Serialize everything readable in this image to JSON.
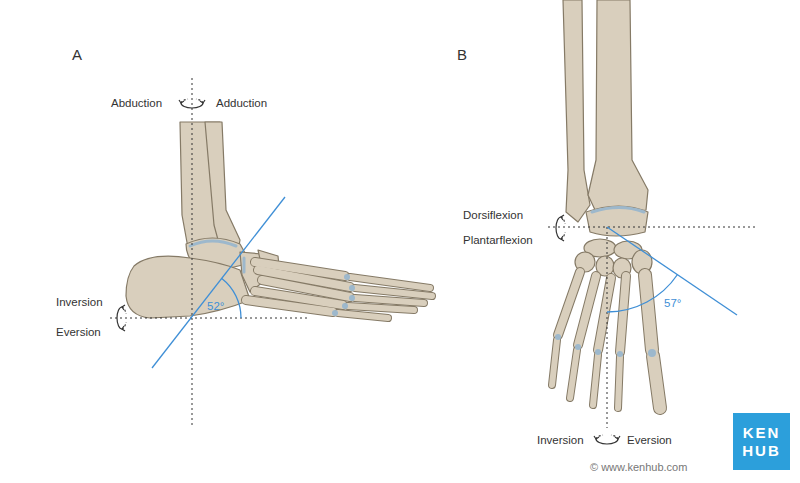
{
  "diagram": {
    "nodes": [
      {
        "text": [
          "KEN HUB"
        ]
      }
    ],
    "labels": [
      "A",
      "Abduction",
      "Adduction",
      "Inversion",
      "Eversion",
      "52°",
      "B",
      "Dorsiflexion",
      "Plantarflexion",
      "57°",
      "Inversion",
      "Eversion",
      "© www.kenhub.com"
    ]
  }
}
